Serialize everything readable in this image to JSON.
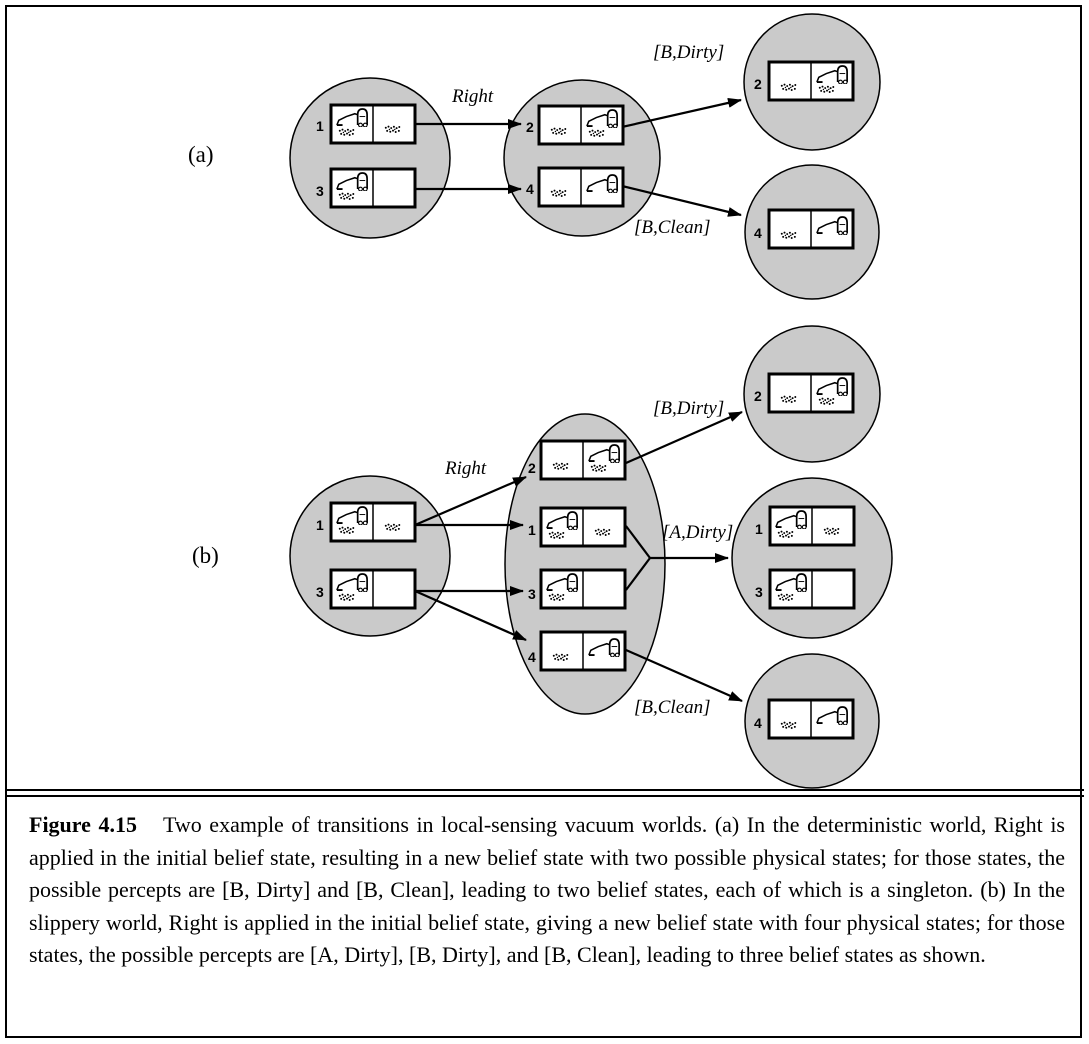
{
  "diagram": {
    "part_a_label": "(a)",
    "part_b_label": "(b)",
    "action_right_a": "Right",
    "action_right_b": "Right",
    "percept_b_dirty_a": "[B,Dirty]",
    "percept_b_clean_a": "[B,Clean]",
    "percept_b_dirty_b": "[B,Dirty]",
    "percept_a_dirty_b": "[A,Dirty]",
    "percept_b_clean_b": "[B,Clean]",
    "state_numbers": {
      "s1": "1",
      "s2": "2",
      "s3": "3",
      "s4": "4"
    },
    "colors": {
      "ellipse_fill": "#cacaca",
      "stroke": "#000000",
      "cell_fill": "#ffffff"
    },
    "icons": [
      "vacuum-icon",
      "dirt-icon"
    ]
  },
  "caption": {
    "figure_label": "Figure 4.15",
    "text": "Two example of transitions in local-sensing vacuum worlds. (a) In the deterministic world, Right is applied in the initial belief state, resulting in a new belief state with two possible physical states; for those states, the possible percepts are [B, Dirty] and [B, Clean], leading to two belief states, each of which is a singleton. (b) In the slippery world, Right is applied in the initial belief state, giving a new belief state with four physical states; for those states, the possible percepts are [A, Dirty], [B, Dirty], and [B, Clean], leading to three belief states as shown."
  }
}
